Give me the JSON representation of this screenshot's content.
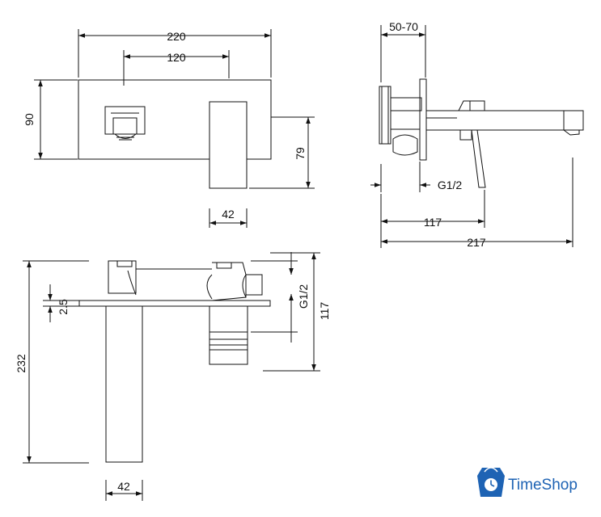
{
  "drawing": {
    "front_view": {
      "width_total": "220",
      "width_spacing": "120",
      "height_plate": "90",
      "handle_height": "79",
      "handle_width": "42"
    },
    "side_view": {
      "wall_depth": "50-70",
      "thread": "G1/2",
      "handle_offset": "117",
      "spout_length": "217"
    },
    "top_view": {
      "plate_thickness": "2.5",
      "spout_height": "232",
      "thread": "G1/2",
      "body_height": "117",
      "spout_width": "42"
    }
  },
  "watermark": {
    "brand": "TimeShop",
    "icon": "shopping-bag-clock-icon",
    "color": "#1e63b4"
  }
}
